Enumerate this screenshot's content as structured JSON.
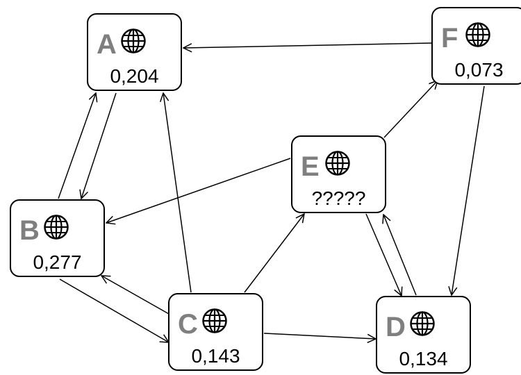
{
  "nodes": [
    {
      "id": "A",
      "letter": "A",
      "value": "0,204",
      "icon": "globe-icon"
    },
    {
      "id": "B",
      "letter": "B",
      "value": "0,277",
      "icon": "globe-icon"
    },
    {
      "id": "C",
      "letter": "C",
      "value": "0,143",
      "icon": "globe-icon"
    },
    {
      "id": "D",
      "letter": "D",
      "value": "0,134",
      "icon": "globe-icon"
    },
    {
      "id": "E",
      "letter": "E",
      "value": "?????",
      "icon": "globe-icon"
    },
    {
      "id": "F",
      "letter": "F",
      "value": "0,073",
      "icon": "globe-icon"
    }
  ],
  "edges": [
    {
      "from": "F",
      "to": "A"
    },
    {
      "from": "A",
      "to": "B"
    },
    {
      "from": "B",
      "to": "A"
    },
    {
      "from": "C",
      "to": "A"
    },
    {
      "from": "E",
      "to": "B"
    },
    {
      "from": "B",
      "to": "C"
    },
    {
      "from": "C",
      "to": "B"
    },
    {
      "from": "C",
      "to": "E"
    },
    {
      "from": "C",
      "to": "D"
    },
    {
      "from": "E",
      "to": "F"
    },
    {
      "from": "E",
      "to": "D"
    },
    {
      "from": "D",
      "to": "E"
    },
    {
      "from": "F",
      "to": "D"
    }
  ],
  "colors": {
    "letter": "#7f7f7f",
    "border": "#000000",
    "edge": "#000000"
  }
}
